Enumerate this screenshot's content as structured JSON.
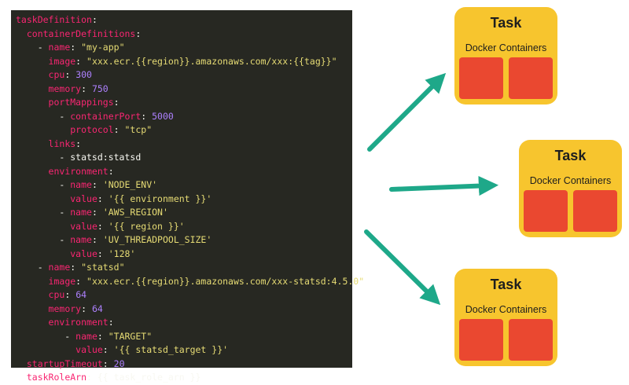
{
  "code": {
    "lines": [
      [
        [
          "k",
          "taskDefinition"
        ],
        [
          "p",
          ":"
        ]
      ],
      [
        [
          "p",
          "  "
        ],
        [
          "k",
          "containerDefinitions"
        ],
        [
          "p",
          ":"
        ]
      ],
      [
        [
          "p",
          "    - "
        ],
        [
          "k",
          "name"
        ],
        [
          "p",
          ": "
        ],
        [
          "s",
          "\"my-app\""
        ]
      ],
      [
        [
          "p",
          "      "
        ],
        [
          "k",
          "image"
        ],
        [
          "p",
          ": "
        ],
        [
          "s",
          "\"xxx.ecr.{{region}}.amazonaws.com/xxx:{{tag}}\""
        ]
      ],
      [
        [
          "p",
          "      "
        ],
        [
          "k",
          "cpu"
        ],
        [
          "p",
          ": "
        ],
        [
          "n",
          "300"
        ]
      ],
      [
        [
          "p",
          "      "
        ],
        [
          "k",
          "memory"
        ],
        [
          "p",
          ": "
        ],
        [
          "n",
          "750"
        ]
      ],
      [
        [
          "p",
          "      "
        ],
        [
          "k",
          "portMappings"
        ],
        [
          "p",
          ":"
        ]
      ],
      [
        [
          "p",
          "        - "
        ],
        [
          "k",
          "containerPort"
        ],
        [
          "p",
          ": "
        ],
        [
          "n",
          "5000"
        ]
      ],
      [
        [
          "p",
          "          "
        ],
        [
          "k",
          "protocol"
        ],
        [
          "p",
          ": "
        ],
        [
          "s",
          "\"tcp\""
        ]
      ],
      [
        [
          "p",
          "      "
        ],
        [
          "k",
          "links"
        ],
        [
          "p",
          ":"
        ]
      ],
      [
        [
          "p",
          "        - statsd:statsd"
        ]
      ],
      [
        [
          "p",
          "      "
        ],
        [
          "k",
          "environment"
        ],
        [
          "p",
          ":"
        ]
      ],
      [
        [
          "p",
          "        - "
        ],
        [
          "k",
          "name"
        ],
        [
          "p",
          ": "
        ],
        [
          "s",
          "'NODE_ENV'"
        ]
      ],
      [
        [
          "p",
          "          "
        ],
        [
          "k",
          "value"
        ],
        [
          "p",
          ": "
        ],
        [
          "s",
          "'{{ environment }}'"
        ]
      ],
      [
        [
          "p",
          "        - "
        ],
        [
          "k",
          "name"
        ],
        [
          "p",
          ": "
        ],
        [
          "s",
          "'AWS_REGION'"
        ]
      ],
      [
        [
          "p",
          "          "
        ],
        [
          "k",
          "value"
        ],
        [
          "p",
          ": "
        ],
        [
          "s",
          "'{{ region }}'"
        ]
      ],
      [
        [
          "p",
          "        - "
        ],
        [
          "k",
          "name"
        ],
        [
          "p",
          ": "
        ],
        [
          "s",
          "'UV_THREADPOOL_SIZE'"
        ]
      ],
      [
        [
          "p",
          "          "
        ],
        [
          "k",
          "value"
        ],
        [
          "p",
          ": "
        ],
        [
          "s",
          "'128'"
        ]
      ],
      [
        [
          "p",
          "    - "
        ],
        [
          "k",
          "name"
        ],
        [
          "p",
          ": "
        ],
        [
          "s",
          "\"statsd\""
        ]
      ],
      [
        [
          "p",
          "      "
        ],
        [
          "k",
          "image"
        ],
        [
          "p",
          ": "
        ],
        [
          "s",
          "\"xxx.ecr.{{region}}.amazonaws.com/xxx-statsd:4.5.0\""
        ]
      ],
      [
        [
          "p",
          "      "
        ],
        [
          "k",
          "cpu"
        ],
        [
          "p",
          ": "
        ],
        [
          "n",
          "64"
        ]
      ],
      [
        [
          "p",
          "      "
        ],
        [
          "k",
          "memory"
        ],
        [
          "p",
          ": "
        ],
        [
          "n",
          "64"
        ]
      ],
      [
        [
          "p",
          "      "
        ],
        [
          "k",
          "environment"
        ],
        [
          "p",
          ":"
        ]
      ],
      [
        [
          "p",
          "         - "
        ],
        [
          "k",
          "name"
        ],
        [
          "p",
          ": "
        ],
        [
          "s",
          "\"TARGET\""
        ]
      ],
      [
        [
          "p",
          "           "
        ],
        [
          "k",
          "value"
        ],
        [
          "p",
          ": "
        ],
        [
          "s",
          "'{{ statsd_target }}'"
        ]
      ],
      [
        [
          "p",
          "  "
        ],
        [
          "k",
          "startupTimeout"
        ],
        [
          "p",
          ": "
        ],
        [
          "n",
          "20"
        ]
      ],
      [
        [
          "p",
          "  "
        ],
        [
          "k",
          "taskRoleArn"
        ],
        [
          "p",
          ": {{ task_role_arn }}"
        ]
      ]
    ]
  },
  "tasks": [
    {
      "title": "Task",
      "subtitle": "Docker Containers"
    },
    {
      "title": "Task",
      "subtitle": "Docker Containers"
    },
    {
      "title": "Task",
      "subtitle": "Docker Containers"
    }
  ],
  "colors": {
    "code_bg": "#272822",
    "key": "#f92672",
    "string": "#e6db74",
    "number": "#ae81ff",
    "plain": "#f8f8f2",
    "task_card": "#f7c52e",
    "container": "#ea4830",
    "arrow": "#1ea889"
  }
}
